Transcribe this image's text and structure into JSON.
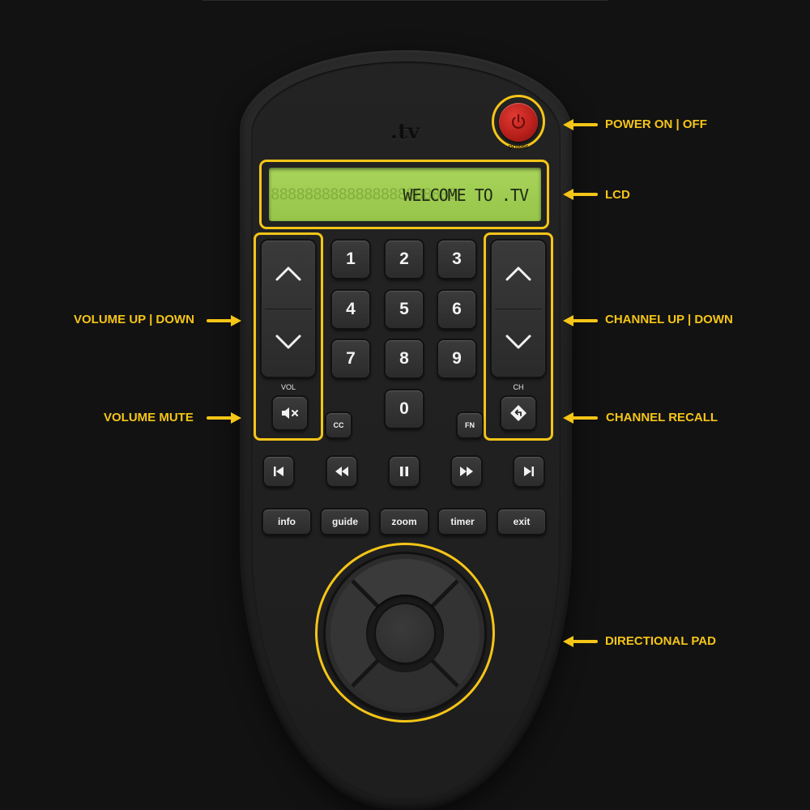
{
  "device": {
    "logo": ".tv",
    "power_label": "power",
    "lcd": {
      "ghost": "8888888888888888888888",
      "message": "WELCOME TO .TV"
    },
    "volume_label": "VOL",
    "channel_label": "CH",
    "number_keys": [
      "1",
      "2",
      "3",
      "4",
      "5",
      "6",
      "7",
      "8",
      "9",
      "0"
    ],
    "cc_label": "CC",
    "fn_label": "FN",
    "function_buttons": [
      "info",
      "guide",
      "zoom",
      "timer",
      "exit"
    ],
    "media_buttons": [
      "skip-back-icon",
      "rewind-icon",
      "pause-icon",
      "fast-forward-icon",
      "skip-forward-icon"
    ]
  },
  "callouts": {
    "power": "POWER ON | OFF",
    "lcd": "LCD",
    "volume": "VOLUME UP | DOWN",
    "channel": "CHANNEL UP | DOWN",
    "mute": "VOLUME MUTE",
    "recall": "CHANNEL RECALL",
    "dpad": "DIRECTIONAL PAD"
  },
  "colors": {
    "highlight": "#f5c518",
    "power_button": "#c8231e",
    "lcd_background": "#9ccb4f",
    "body": "#222222",
    "page_background": "#121212"
  }
}
